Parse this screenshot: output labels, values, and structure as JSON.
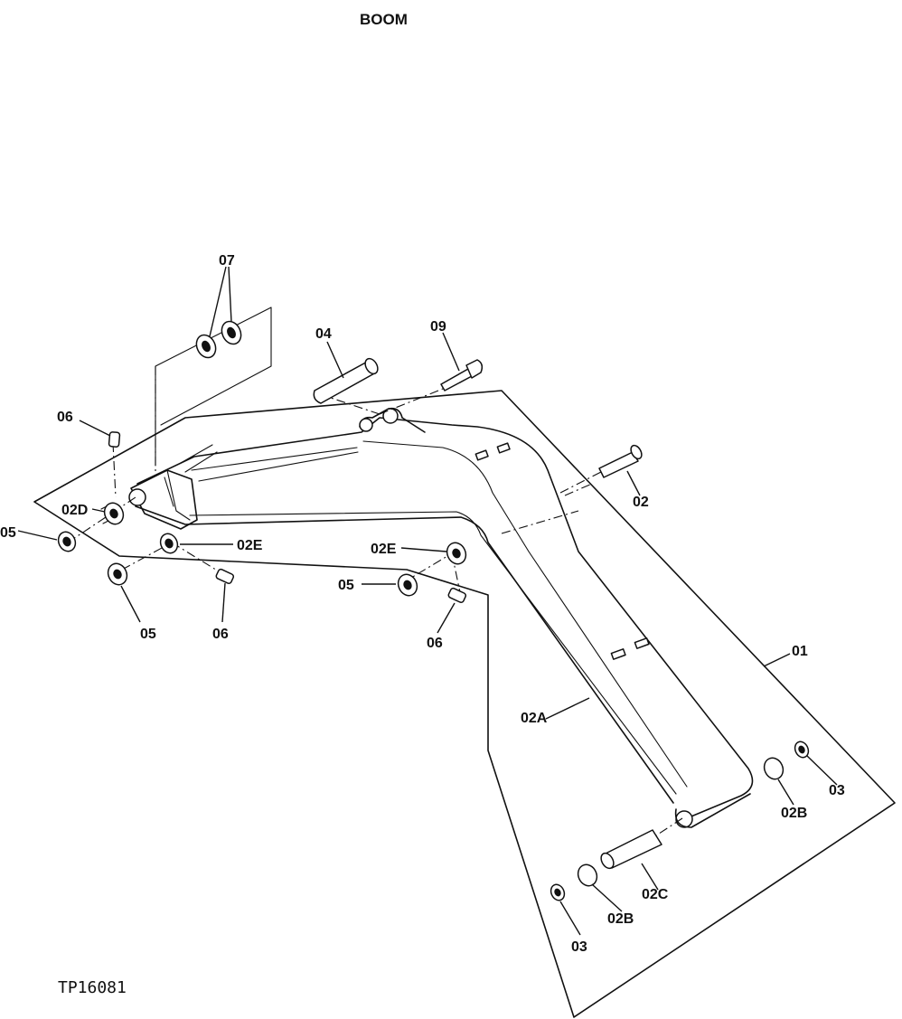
{
  "diagram": {
    "title": "BOOM",
    "figure_id": "TP16081",
    "callouts": [
      {
        "id": "c-07",
        "text": "07"
      },
      {
        "id": "c-04",
        "text": "04"
      },
      {
        "id": "c-09",
        "text": "09"
      },
      {
        "id": "c-06a",
        "text": "06"
      },
      {
        "id": "c-02d",
        "text": "02D"
      },
      {
        "id": "c-05a",
        "text": "05"
      },
      {
        "id": "c-02e-left",
        "text": "02E"
      },
      {
        "id": "c-05b",
        "text": "05"
      },
      {
        "id": "c-06b",
        "text": "06"
      },
      {
        "id": "c-02e-right",
        "text": "02E"
      },
      {
        "id": "c-05c",
        "text": "05"
      },
      {
        "id": "c-06c",
        "text": "06"
      },
      {
        "id": "c-02",
        "text": "02"
      },
      {
        "id": "c-01",
        "text": "01"
      },
      {
        "id": "c-02a",
        "text": "02A"
      },
      {
        "id": "c-03a",
        "text": "03"
      },
      {
        "id": "c-02b-right",
        "text": "02B"
      },
      {
        "id": "c-02c",
        "text": "02C"
      },
      {
        "id": "c-02b-left",
        "text": "02B"
      },
      {
        "id": "c-03b",
        "text": "03"
      }
    ]
  }
}
